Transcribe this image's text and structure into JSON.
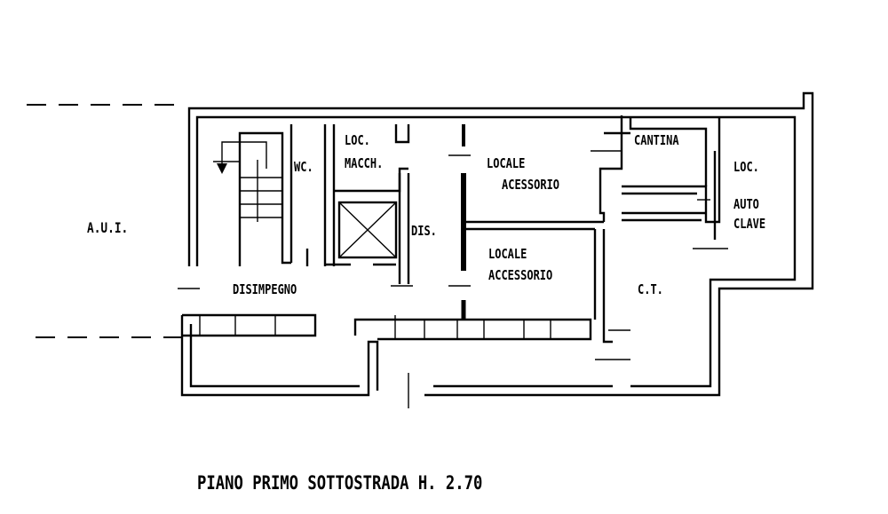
{
  "plan": {
    "title": "PIANO PRIMO SOTTOSTRADA H. 2.70",
    "rooms": {
      "aui": "A.U.I.",
      "wc": "WC.",
      "loc_macch_1": "LOC.",
      "loc_macch_2": "MACCH.",
      "dis": "DIS.",
      "disimpegno": "DISIMPEGNO",
      "locale_1a": "LOCALE",
      "locale_1b": "ACESSORIO",
      "locale_2a": "LOCALE",
      "locale_2b": "ACCESSORIO",
      "cantina": "CANTINA",
      "autoclave_1": "LOC.",
      "autoclave_2": "AUTO",
      "autoclave_3": "CLAVE",
      "ct": "C.T."
    }
  }
}
